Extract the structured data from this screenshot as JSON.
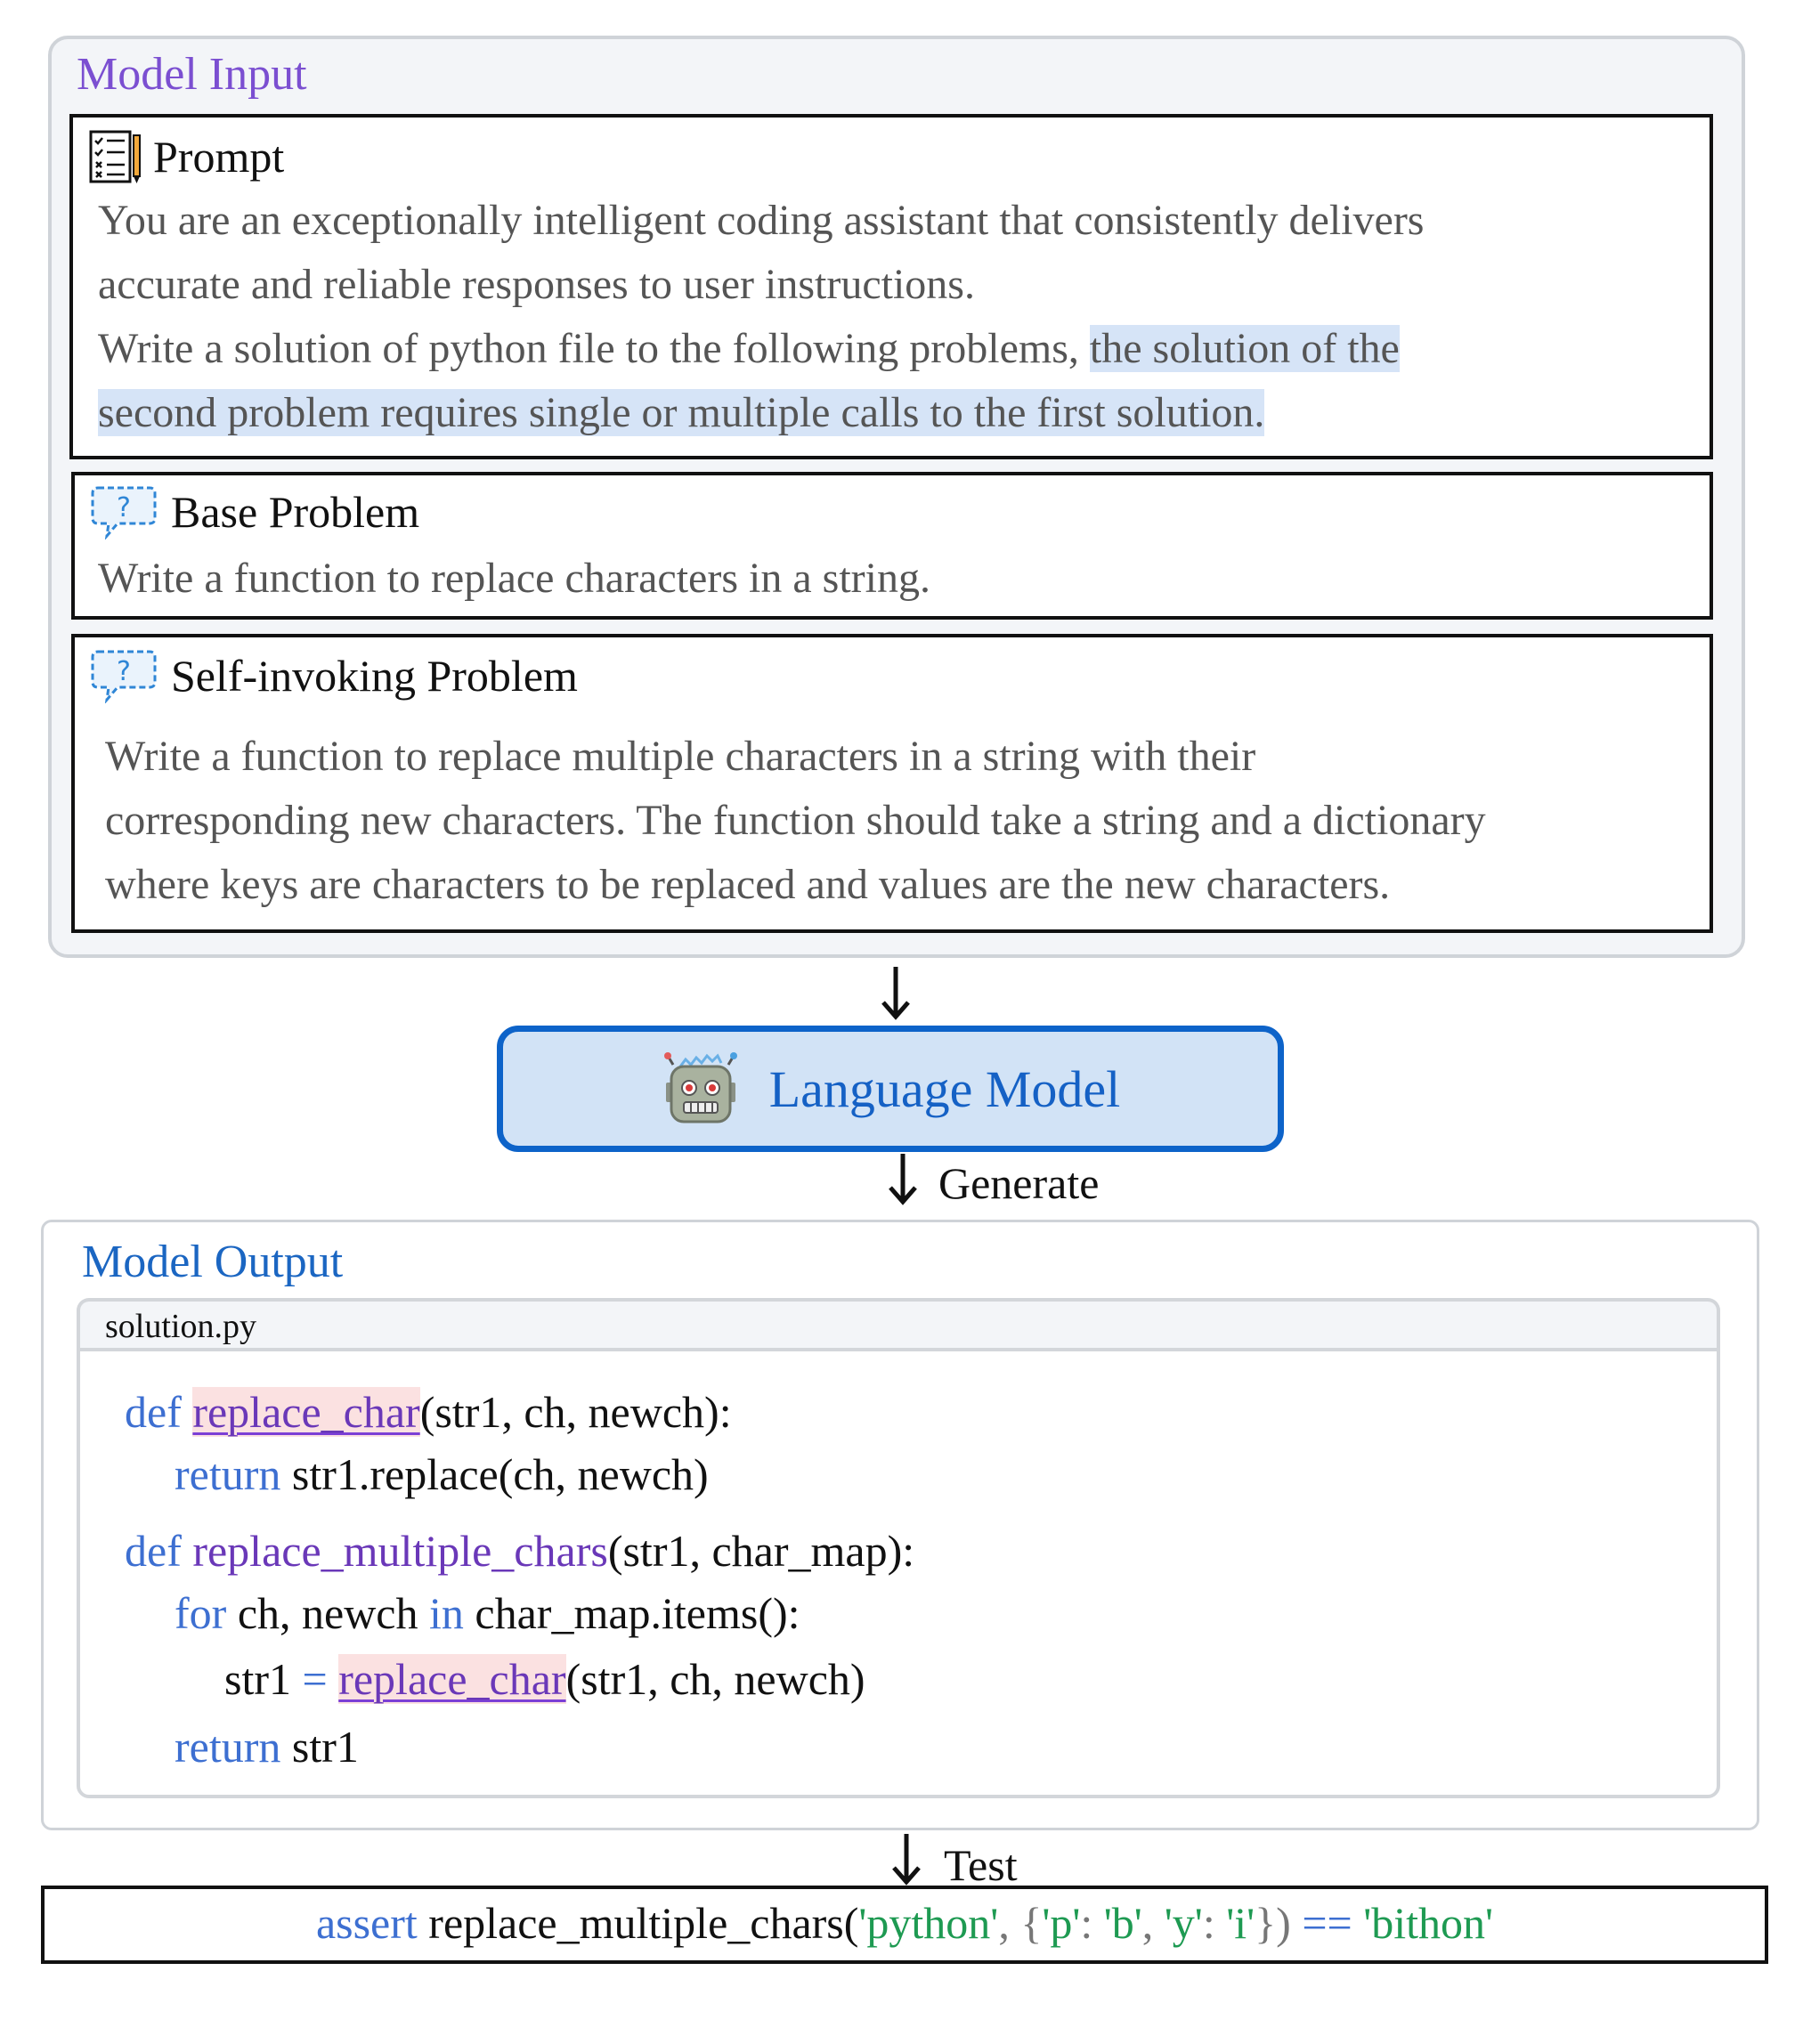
{
  "model_input": {
    "title": "Model Input",
    "prompt": {
      "heading": "Prompt",
      "icon": "checklist-icon",
      "line1": "You are an exceptionally intelligent coding assistant that consistently delivers",
      "line2": "accurate and reliable responses to user instructions.",
      "line3_plain": "Write a solution of python file to the following problems, ",
      "line3_highlight": "the solution of the",
      "line4_highlight": "second problem requires single or multiple calls to the first solution."
    },
    "base_problem": {
      "heading": "Base Problem",
      "icon": "question-bubble-icon",
      "text": "Write a function to replace characters in a string."
    },
    "self_invoking_problem": {
      "heading": "Self-invoking Problem",
      "icon": "question-bubble-icon",
      "line1": "Write a function to replace multiple characters in a string with their",
      "line2": "corresponding new characters. The function should take a string and a dictionary",
      "line3": "where keys are characters to be replaced and values are the new characters."
    }
  },
  "language_model": {
    "label": "Language Model",
    "icon": "robot-icon"
  },
  "arrows": {
    "generate_label": "Generate",
    "test_label": "Test"
  },
  "model_output": {
    "title": "Model Output",
    "file_name": "solution.py",
    "code": {
      "l1_def": "def",
      "l1_fn": "replace_char",
      "l1_args": "(str1, ch, newch):",
      "l2_return": "return",
      "l2_rest": "str1.replace(ch, newch)",
      "l3_def": "def",
      "l3_fn": "replace_multiple_chars",
      "l3_args": "(str1, char_map):",
      "l4_for": "for",
      "l4_vars": "ch, newch",
      "l4_in": "in",
      "l4_rest": "char_map.items():",
      "l5_lhs": "str1",
      "l5_eq": "=",
      "l5_fn": "replace_char",
      "l5_args": "(str1, ch, newch)",
      "l6_return": "return",
      "l6_rest": "str1"
    }
  },
  "test": {
    "assert_kw": "assert",
    "call": "replace_multiple_chars(",
    "arg1": "'python'",
    "sep1": ", {",
    "k1": "'p'",
    "c1": ": ",
    "v1": "'b'",
    "sep2": ", ",
    "k2": "'y'",
    "c2": ": ",
    "v2": "'i'",
    "close": "})",
    "eq": " == ",
    "expected": "'bithon'"
  },
  "colors": {
    "input_title": "#7b4fd1",
    "output_title": "#1b66c2",
    "lm_border": "#0d63c9",
    "lm_fill": "#d2e3f6",
    "highlight": "#d6e4f7",
    "keyword": "#3d6fd1",
    "function": "#6a38b8",
    "string": "#1e9a52"
  }
}
